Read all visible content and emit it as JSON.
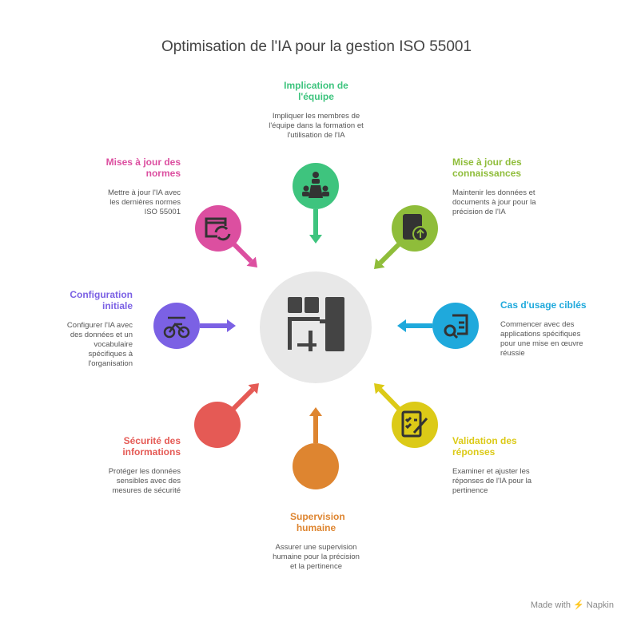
{
  "title": "Optimisation de l'IA pour la gestion ISO 55001",
  "center_icon": "office-desk-icon",
  "items": [
    {
      "title": "Implication de l'équipe",
      "desc": "Impliquer les membres de l'équipe dans la formation et l'utilisation de l'IA",
      "color": "#3ec47e",
      "icon": "team-meeting-icon"
    },
    {
      "title": "Mises à jour des normes",
      "desc": "Mettre à jour l'IA avec les dernières normes ISO 55001",
      "color": "#dc4fa0",
      "icon": "calendar-refresh-icon"
    },
    {
      "title": "Mise à jour des connaissances",
      "desc": "Maintenir les données et documents à jour pour la précision de l'IA",
      "color": "#8fbd3a",
      "icon": "book-upload-icon"
    },
    {
      "title": "Configuration initiale",
      "desc": "Configurer l'IA avec des données et un vocabulaire spécifiques à l'organisation",
      "color": "#7b61e4",
      "icon": "wrench-bike-icon"
    },
    {
      "title": "Cas d'usage ciblés",
      "desc": "Commencer avec des applications spécifiques pour une mise en œuvre réussie",
      "color": "#1fa9dc",
      "icon": "document-search-icon"
    },
    {
      "title": "Sécurité des informations",
      "desc": "Protéger les données sensibles avec des mesures de sécurité",
      "color": "#e55a55",
      "icon": "none"
    },
    {
      "title": "Supervision humaine",
      "desc": "Assurer une supervision humaine pour la précision et la pertinence",
      "color": "#de8530",
      "icon": "none"
    },
    {
      "title": "Validation des réponses",
      "desc": "Examiner et ajuster les réponses de l'IA pour la pertinence",
      "color": "#dcca17",
      "icon": "clipboard-check-icon"
    }
  ],
  "footer": "Made with ⚡ Napkin"
}
